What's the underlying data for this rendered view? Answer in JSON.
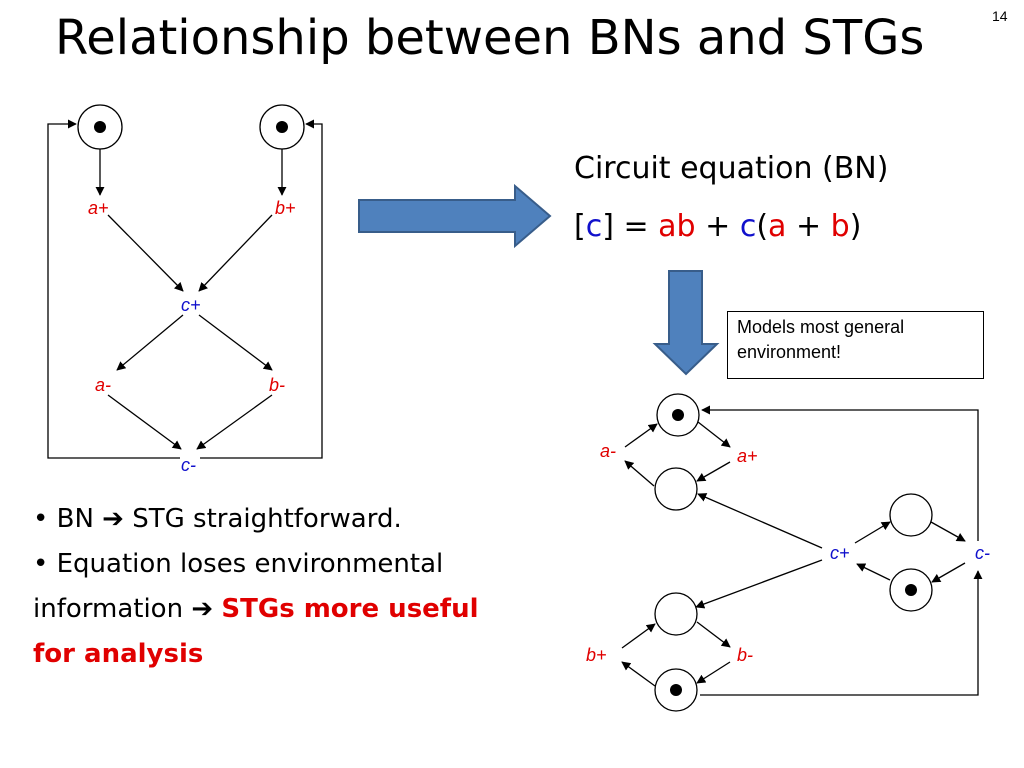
{
  "slide": {
    "title": "Relationship between BNs and STGs",
    "number": "14"
  },
  "left_stg": {
    "labels": {
      "a_plus": "a+",
      "b_plus": "b+",
      "c_plus": "c+",
      "a_minus": "a-",
      "b_minus": "b-",
      "c_minus": "c-"
    }
  },
  "equation": {
    "caption": "Circuit equation (BN)",
    "parts": {
      "open": "[",
      "c1": "c",
      "close_eq": "] =",
      "ab": "ab",
      "plus1": "+",
      "c2": "c",
      "lparen": "(",
      "a": "a",
      "plus2": "+",
      "b": "b",
      "rparen": ")"
    }
  },
  "note": {
    "line1": "Models most general",
    "line2": "environment!"
  },
  "right_stg": {
    "labels": {
      "a_minus": "a-",
      "a_plus": "a+",
      "c_plus": "c+",
      "c_minus": "c-",
      "b_plus": "b+",
      "b_minus": "b-"
    }
  },
  "bullets": {
    "b1_prefix": "• BN",
    "b1_arrow": "➔",
    "b1_suffix": "STG straightforward.",
    "b2_line1": "• Equation loses environmental",
    "b2_prefix": "information",
    "b2_arrow": "➔",
    "b2_emph1": "STGs more useful",
    "b2_emph2": "for analysis"
  },
  "colors": {
    "red": "#e00000",
    "blue": "#1010cc",
    "arrow_fill": "#4f81bd",
    "arrow_stroke": "#385d8a"
  }
}
